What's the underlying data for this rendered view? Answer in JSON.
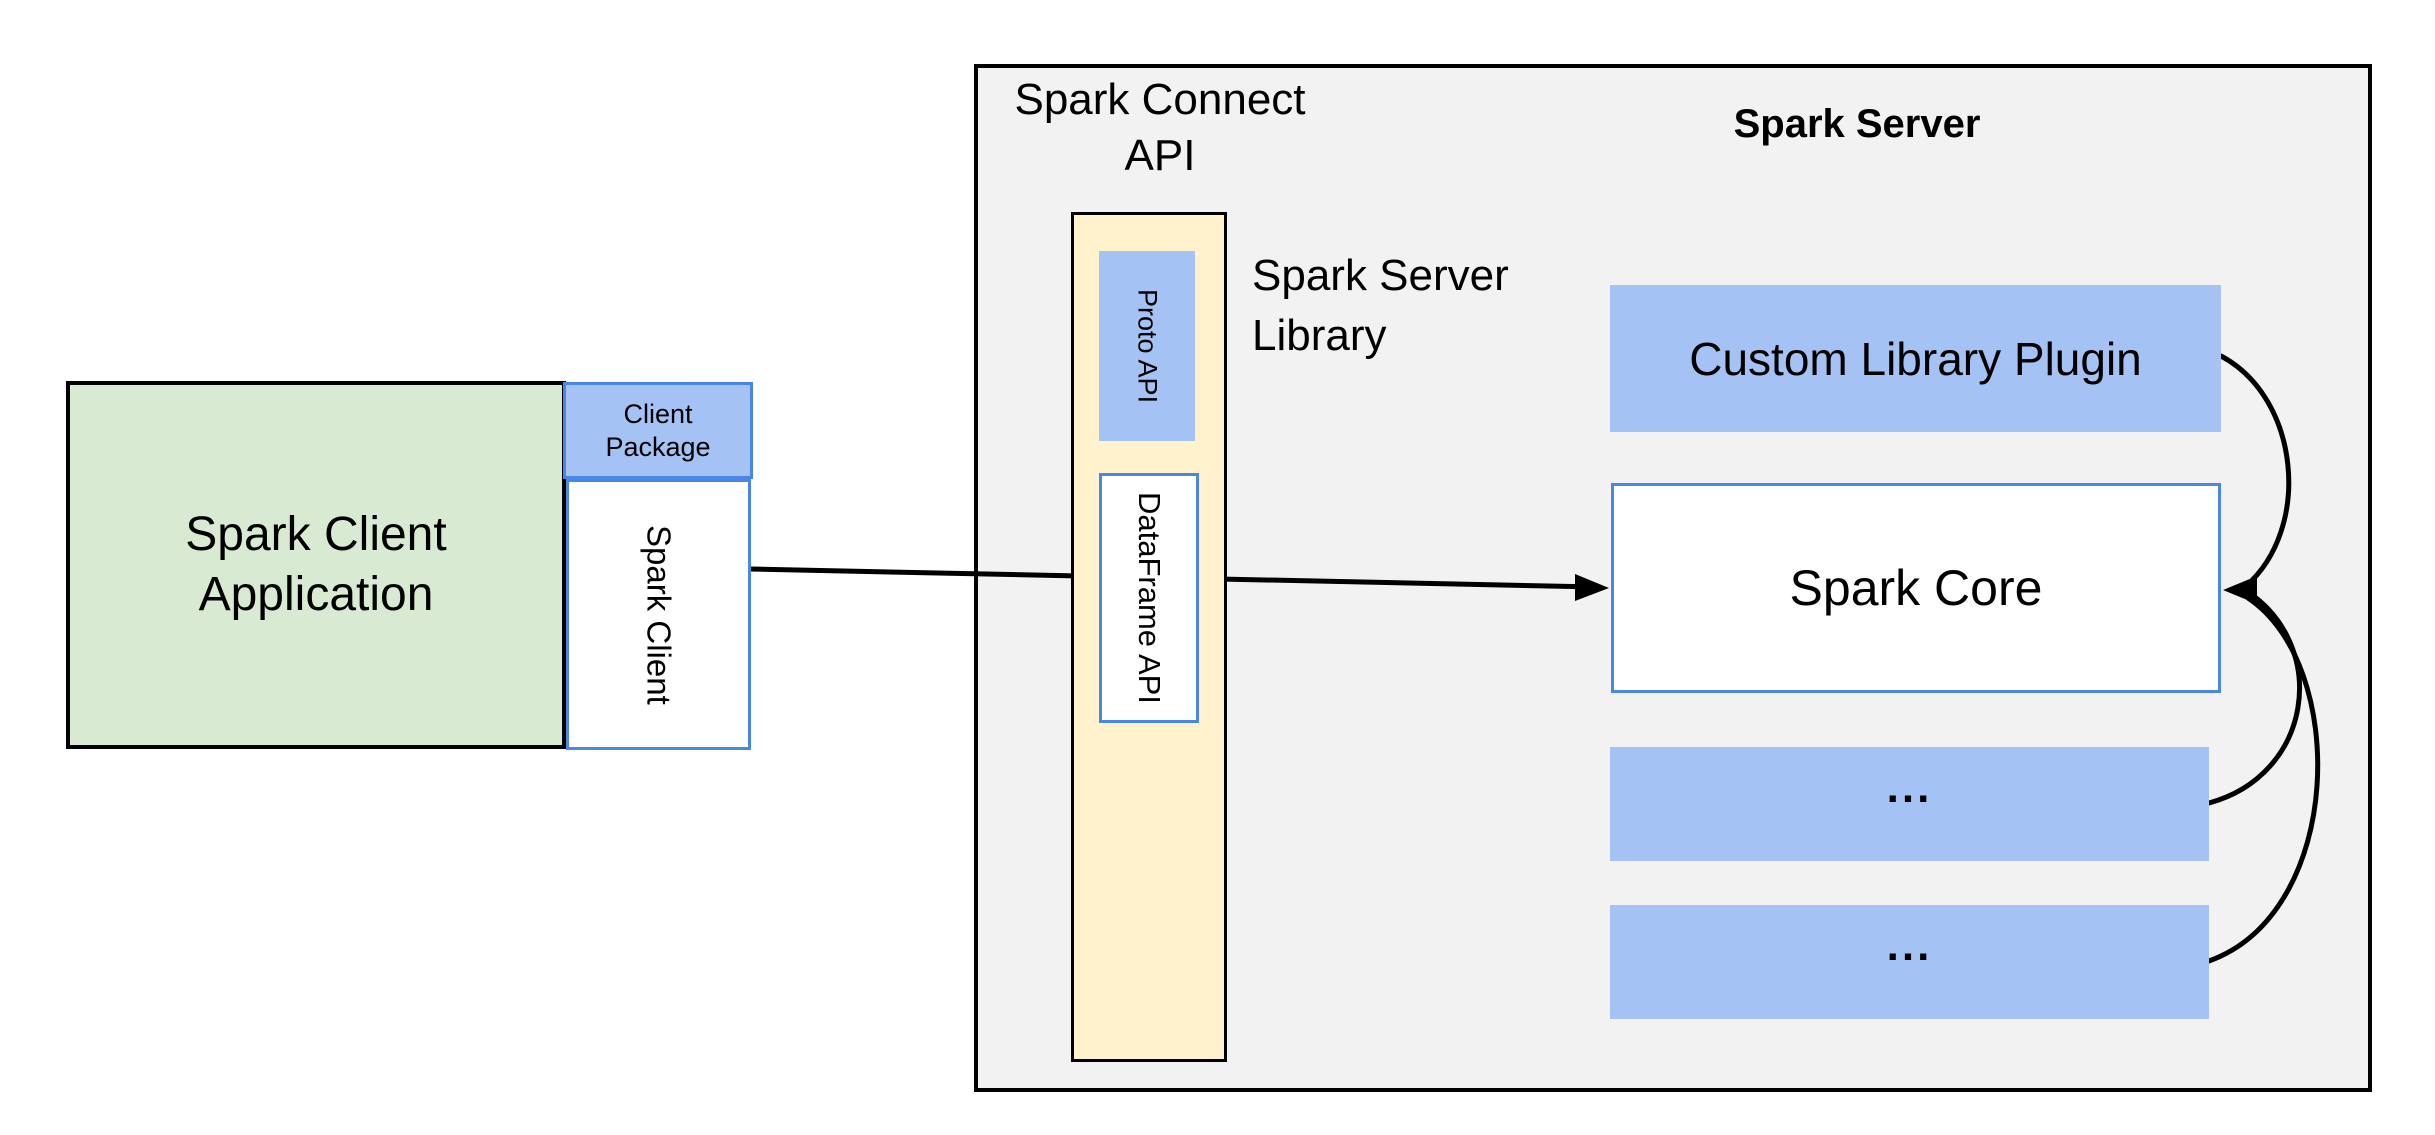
{
  "client_app": {
    "line1": "Spark Client",
    "line2": "Application"
  },
  "client_package": {
    "line1": "Client",
    "line2": "Package"
  },
  "spark_client_box": {
    "label": "Spark Client"
  },
  "connect_api": {
    "line1": "Spark Connect",
    "line2": "API"
  },
  "proto_api": {
    "label": "Proto API"
  },
  "dataframe_api": {
    "label": "DataFrame API"
  },
  "server_library": {
    "line1": "Spark Server",
    "line2": "Library"
  },
  "server": {
    "title": "Spark Server",
    "plugin": "Custom Library Plugin",
    "core": "Spark Core",
    "more1": "...",
    "more2": "..."
  },
  "colors": {
    "green_fill": "#d9ead3",
    "blue_fill": "#a4c2f4",
    "blue_border": "#4a86e8",
    "yellow_fill": "#fff2cc",
    "gray_fill": "#f2f2f2",
    "box_border": "#000000",
    "arrow": "#000000"
  }
}
